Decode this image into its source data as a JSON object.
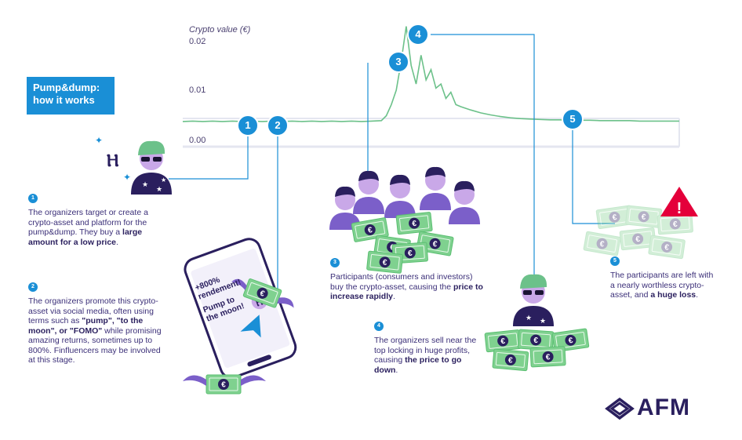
{
  "title": "Pump&dump: how it works",
  "chart_data": {
    "type": "line",
    "ylabel": "Crypto value (€)",
    "y_ticks": [
      "0.02",
      "0.01",
      "0.00"
    ],
    "ylim": [
      0,
      0.02
    ],
    "series": [
      {
        "x": [
          0,
          2,
          4,
          6,
          8,
          10,
          12,
          14,
          16,
          18,
          20,
          22,
          24,
          26,
          28,
          30,
          32,
          34,
          36,
          38,
          40,
          41,
          42,
          43,
          44,
          45,
          46,
          47,
          48,
          49,
          50,
          51,
          52,
          53,
          54,
          55,
          56,
          58,
          60,
          62,
          64,
          66,
          68,
          70,
          72,
          74,
          76,
          78,
          80,
          82,
          84,
          86,
          88,
          90,
          92,
          94,
          96,
          98,
          100
        ],
        "values": [
          0.0004,
          0.0005,
          0.0004,
          0.0005,
          0.0004,
          0.0005,
          0.0004,
          0.0005,
          0.0004,
          0.0005,
          0.0004,
          0.0005,
          0.0004,
          0.0005,
          0.0004,
          0.0005,
          0.0004,
          0.0005,
          0.0004,
          0.0005,
          0.0006,
          0.0018,
          0.0045,
          0.008,
          0.015,
          0.0235,
          0.014,
          0.0095,
          0.0165,
          0.0105,
          0.013,
          0.0085,
          0.0095,
          0.006,
          0.0075,
          0.0045,
          0.004,
          0.0032,
          0.0025,
          0.002,
          0.0016,
          0.0013,
          0.0011,
          0.001,
          0.0009,
          0.0008,
          0.0008,
          0.0007,
          0.0007,
          0.0007,
          0.0006,
          0.0006,
          0.0006,
          0.0006,
          0.0005,
          0.0005,
          0.0005,
          0.0005,
          0.0005
        ]
      }
    ]
  },
  "markers": [
    {
      "id": 1,
      "label": "1"
    },
    {
      "id": 2,
      "label": "2"
    },
    {
      "id": 3,
      "label": "3"
    },
    {
      "id": 4,
      "label": "4"
    },
    {
      "id": 5,
      "label": "5"
    }
  ],
  "steps": [
    {
      "num": "1",
      "html": "The organizers target or create a crypto-asset and platform for the pump&dump. They buy a <b>large amount for a low price</b>."
    },
    {
      "num": "2",
      "html": "The organizers promote this crypto-asset via social media, often using terms such as <b>\"pump\", \"to the moon\", or \"FOMO\"</b> while promising amazing returns, sometimes up to 800%. Finfluencers may be involved at this stage."
    },
    {
      "num": "3",
      "html": "Participants (consumers and investors) buy the crypto-asset, causing the <b>price to increase rapidly</b>."
    },
    {
      "num": "4",
      "html": "The organizers sell near the top locking in huge profits, causing <b>the price to go down</b>."
    },
    {
      "num": "5",
      "html": "The participants are left with a nearly worthless crypto-asset, and <b>a huge loss</b>."
    }
  ],
  "phone_text": {
    "line1": "+800%",
    "line2": "rendement!",
    "line3": "Pump to",
    "line4": "the moon!"
  },
  "logo": "AFM",
  "colors": {
    "accent": "#1a8fd6",
    "navy": "#2a1f5e",
    "chart_line": "#6cc18a",
    "money_green": "#7fd18f",
    "alert_red": "#e4003a"
  }
}
